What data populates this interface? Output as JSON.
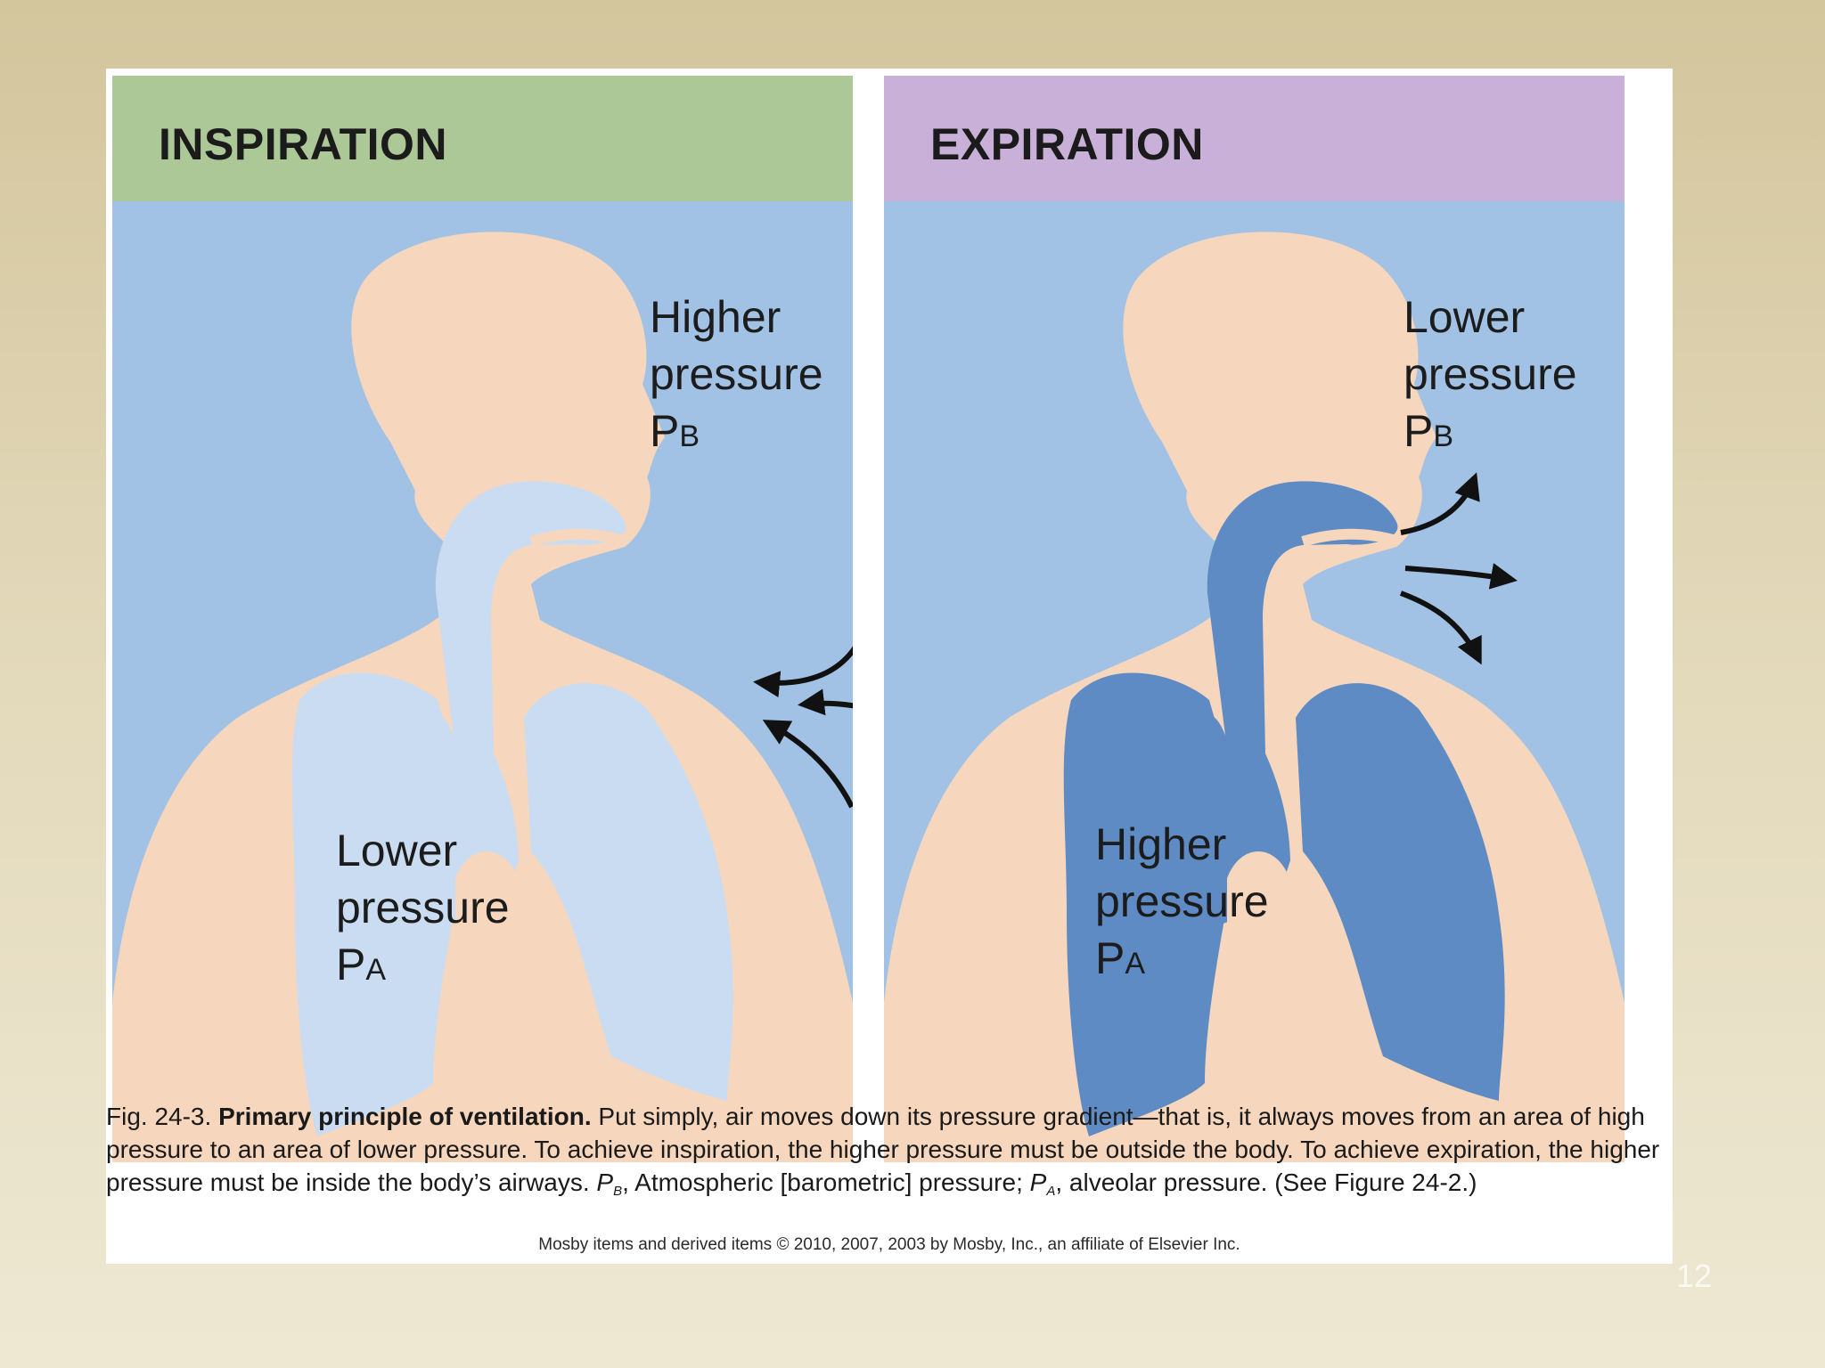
{
  "colors": {
    "inspiration_header": "#adc897",
    "expiration_header": "#c9b0d8",
    "background_sky": "#a1c2e4",
    "skin": "#f6d7bd",
    "airway_inspiration": "#c9dcf2",
    "airway_expiration": "#5e8bc4"
  },
  "panels": {
    "inspiration": {
      "title": "INSPIRATION",
      "outside_label": {
        "line1": "Higher",
        "line2": "pressure",
        "symbol": "P",
        "subscript": "B"
      },
      "inside_label": {
        "line1": "Lower",
        "line2": "pressure",
        "symbol": "P",
        "subscript": "A"
      },
      "arrow_direction": "inward",
      "arrow_icon": "arrow-inward-icon"
    },
    "expiration": {
      "title": "EXPIRATION",
      "outside_label": {
        "line1": "Lower",
        "line2": "pressure",
        "symbol": "P",
        "subscript": "B"
      },
      "inside_label": {
        "line1": "Higher",
        "line2": "pressure",
        "symbol": "P",
        "subscript": "A"
      },
      "arrow_direction": "outward",
      "arrow_icon": "arrow-outward-icon"
    }
  },
  "caption": {
    "fig_number": "Fig. 24-3.",
    "bold_title": "Primary principle of ventilation.",
    "text1": "Put simply, air moves down its pressure gradient—that is, it always moves from an area of high pressure to an area of lower pressure. To achieve inspiration, the higher pressure must be outside the body. To achieve expiration, the higher pressure must be inside the body’s airways.",
    "sym_b": "P",
    "sub_b": "B",
    "text2": ", Atmospheric [barometric] pressure;",
    "sym_a": "P",
    "sub_a": "A",
    "text3": ", alveolar pressure. (See Figure 24-2.)"
  },
  "copyright": "Mosby items and derived items © 2010, 2007, 2003 by Mosby, Inc., an affiliate of Elsevier Inc.",
  "slide_number": "12"
}
